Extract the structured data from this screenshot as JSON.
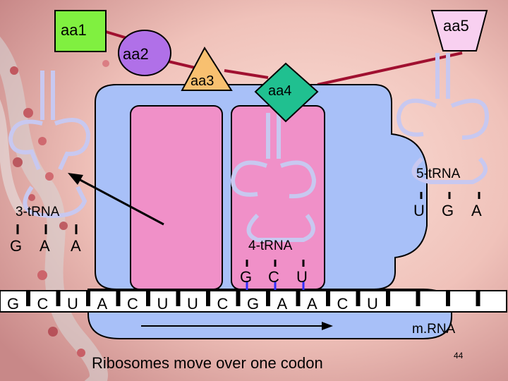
{
  "amino_acids": {
    "aa1": {
      "label": "aa1",
      "color": "#80f040"
    },
    "aa2": {
      "label": "aa2",
      "color": "#b070e8"
    },
    "aa3": {
      "label": "aa3",
      "color": "#f8c070"
    },
    "aa4": {
      "label": "aa4",
      "color": "#20c090"
    },
    "aa5": {
      "label": "aa5",
      "color": "#f8d0f0"
    }
  },
  "trnas": {
    "trna3": {
      "label": "3-tRNA",
      "anticodon": [
        "G",
        "A",
        "A"
      ]
    },
    "trna4": {
      "label": "4-tRNA",
      "anticodon": [
        "G",
        "C",
        "U"
      ]
    },
    "trna5": {
      "label": "5-tRNA",
      "anticodon": [
        "U",
        "G",
        "A"
      ]
    }
  },
  "mrna": {
    "label": "m.RNA",
    "sequence": [
      "G",
      "C",
      "U",
      "A",
      "C",
      "U",
      "U",
      "C",
      "G",
      "A",
      "A",
      "C",
      "U"
    ]
  },
  "caption": "Ribosomes move over one codon",
  "page_number": "44",
  "colors": {
    "ribosome": "#a8c0f8",
    "ribosome_outline": "#000000",
    "site_fill": "#f090c8",
    "peptide_bond": "#a01030",
    "trna_outline": "#c8c8f0",
    "codon_tick": "#3030ff"
  }
}
